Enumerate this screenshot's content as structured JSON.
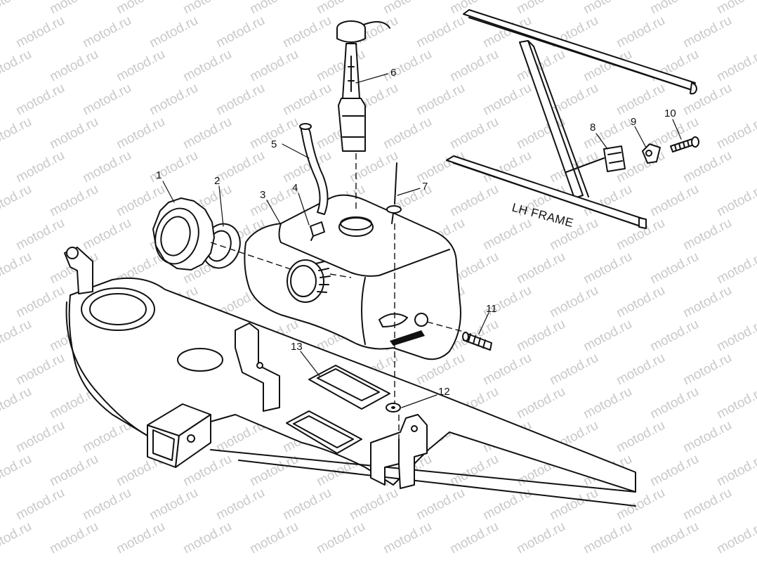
{
  "watermark": "motod.ru",
  "frame_label": "LH FRAME",
  "callouts": [
    "1",
    "2",
    "3",
    "4",
    "5",
    "6",
    "7",
    "8",
    "9",
    "10",
    "11",
    "12",
    "13"
  ]
}
